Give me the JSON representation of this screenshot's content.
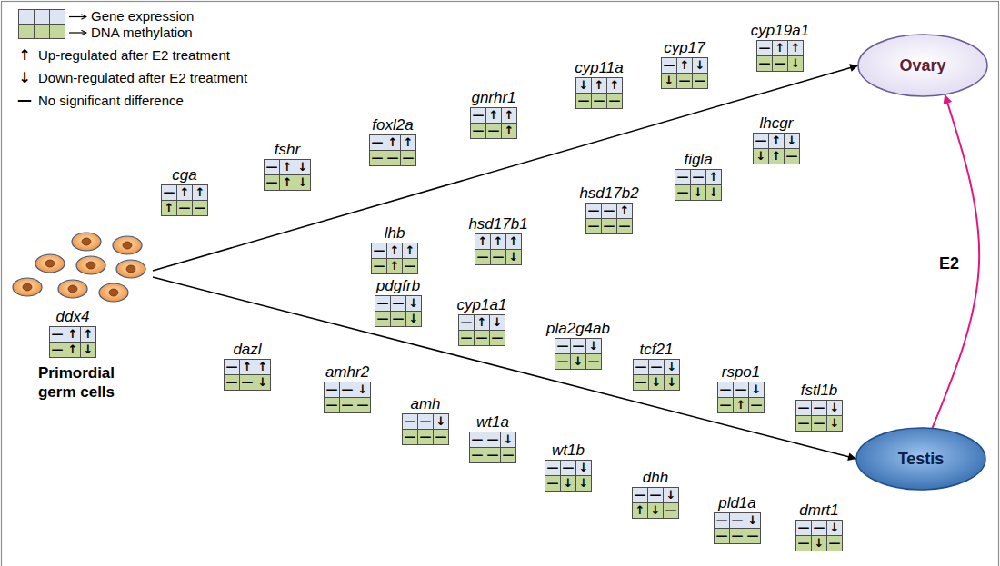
{
  "diagram": {
    "nodes": [
      {
        "text": [
          "Primordial germ cells"
        ]
      },
      {
        "text": [
          "cga",
          "—",
          "↑",
          "↑",
          "↑",
          "—",
          "—"
        ]
      },
      {
        "text": [
          "fshr",
          "—",
          "↑",
          "↓",
          "—",
          "↑",
          "↓"
        ]
      },
      {
        "text": [
          "foxl2a",
          "—",
          "↑",
          "↑",
          "—",
          "—",
          "—"
        ]
      },
      {
        "text": [
          "lhb",
          "—",
          "↑",
          "↑",
          "—",
          "↑",
          "—"
        ]
      },
      {
        "text": [
          "gnrhr1",
          "—",
          "↑",
          "↑",
          "—",
          "—",
          "↑"
        ]
      },
      {
        "text": [
          "hsd17b1",
          "↑",
          "↑",
          "↑",
          "—",
          "—",
          "↓"
        ]
      },
      {
        "text": [
          "cyp11a",
          "↓",
          "↑",
          "↑",
          "—",
          "—",
          "—"
        ]
      },
      {
        "text": [
          "hsd17b2",
          "—",
          "—",
          "↑",
          "—",
          "—",
          "—"
        ]
      },
      {
        "text": [
          "cyp17",
          "—",
          "↑",
          "↓",
          "↓",
          "—",
          "—"
        ]
      },
      {
        "text": [
          "figla",
          "—",
          "—",
          "↑",
          "—",
          "↓",
          "↓"
        ]
      },
      {
        "text": [
          "cyp19a1",
          "—",
          "↑",
          "↑",
          "—",
          "—",
          "↓"
        ]
      },
      {
        "text": [
          "lhcgr",
          "—",
          "↑",
          "↓",
          "↓",
          "↑",
          "—"
        ]
      },
      {
        "text": [
          "Ovary"
        ]
      },
      {
        "text": [
          "ddx4",
          "—",
          "↑",
          "↑",
          "—",
          "↑",
          "↓"
        ]
      },
      {
        "text": [
          "dazl",
          "—",
          "↑",
          "↑",
          "—",
          "—",
          "↓"
        ]
      },
      {
        "text": [
          "pdgfrb",
          "—",
          "—",
          "↓",
          "—",
          "—",
          "↓"
        ]
      },
      {
        "text": [
          "amhr2",
          "—",
          "—",
          "↓",
          "—",
          "—",
          "—"
        ]
      },
      {
        "text": [
          "cyp1a1",
          "—",
          "↑",
          "↓",
          "—",
          "—",
          "—"
        ]
      },
      {
        "text": [
          "amh",
          "—",
          "—",
          "↓",
          "—",
          "—",
          "—"
        ]
      },
      {
        "text": [
          "pla2g4ab",
          "—",
          "—",
          "↓",
          "—",
          "↓",
          "—"
        ]
      },
      {
        "text": [
          "wt1a",
          "—",
          "—",
          "↓",
          "—",
          "—",
          "—"
        ]
      },
      {
        "text": [
          "tcf21",
          "—",
          "—",
          "↓",
          "—",
          "↓",
          "↓"
        ]
      },
      {
        "text": [
          "wt1b",
          "—",
          "—",
          "↓",
          "—",
          "↓",
          "↓"
        ]
      },
      {
        "text": [
          "rspo1",
          "—",
          "—",
          "↓",
          "—",
          "↑",
          "—"
        ]
      },
      {
        "text": [
          "dhh",
          "—",
          "—",
          "↓",
          "↑",
          "↓",
          "—"
        ]
      },
      {
        "text": [
          "fstl1b",
          "—",
          "—",
          "↓",
          "—",
          "—",
          "↓"
        ]
      },
      {
        "text": [
          "pld1a",
          "—",
          "—",
          "↓",
          "—",
          "—",
          "—"
        ]
      },
      {
        "text": [
          "dmrt1",
          "—",
          "—",
          "↓",
          "—",
          "↓",
          "—"
        ]
      },
      {
        "text": [
          "Testis"
        ]
      }
    ],
    "edges": [
      {
        "from": 0,
        "to": 13,
        "arrow": "to"
      },
      {
        "from": 0,
        "to": 29,
        "arrow": "to"
      },
      {
        "from": 29,
        "to": 13,
        "label": "E2",
        "arrow": "to"
      }
    ],
    "labels": [
      "↑",
      "↓",
      "—"
    ],
    "legend": [
      {
        "text": "Gene expression",
        "color": "#dde4f2"
      },
      {
        "text": "DNA methylation",
        "color": "#c4d89c"
      },
      {
        "text": "Up-regulated after E2 treatment"
      },
      {
        "text": "Down-regulated after E2 treatment"
      },
      {
        "text": "No significant difference"
      }
    ]
  }
}
